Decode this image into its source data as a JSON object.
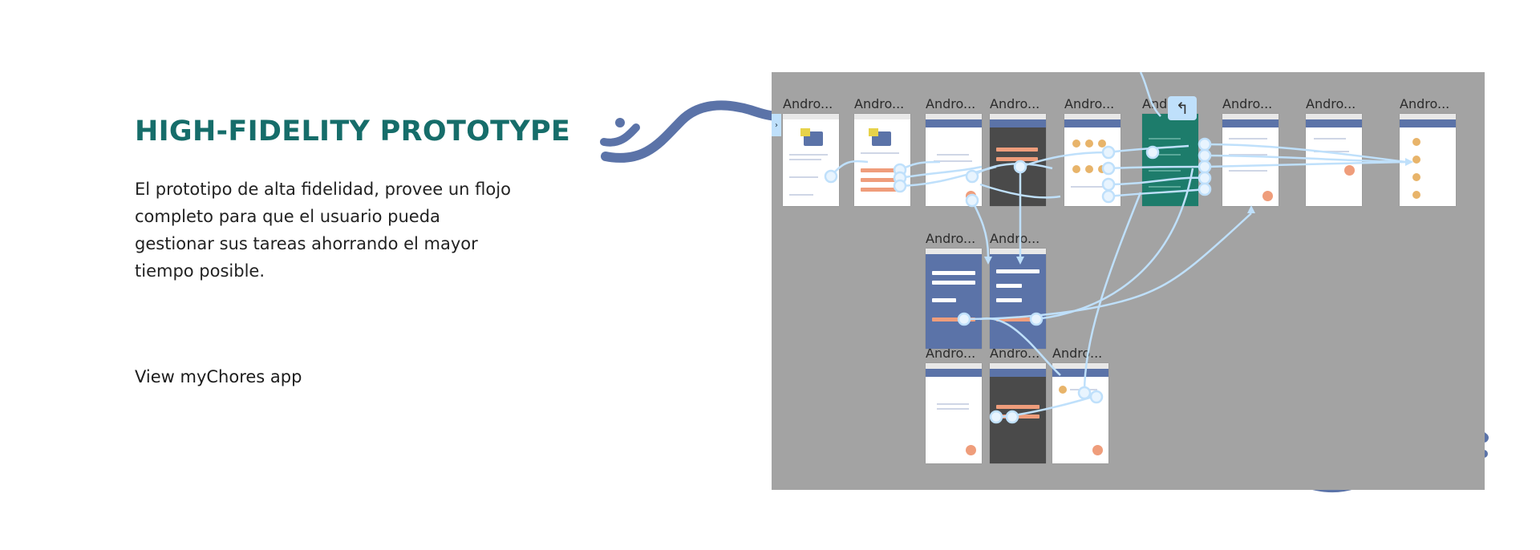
{
  "section": {
    "title": "HIGH-FIDELITY PROTOTYPE",
    "description": "El prototipo de alta fidelidad, provee un flojo completo para que el usuario pueda gestionar sus tareas ahorrando el mayor tiempo posible.",
    "link_label": "View myChores app"
  },
  "colors": {
    "title": "#166d6a",
    "decor": "#5b73a8",
    "canvas": "#a3a3a3",
    "wire": "#bfe0fb",
    "accent": "#ef9d7b"
  },
  "prototype": {
    "frame_label": "Andro...",
    "back_icon": "undo-arrow-icon",
    "back_glyph": "↰",
    "side_glyph": "›"
  }
}
